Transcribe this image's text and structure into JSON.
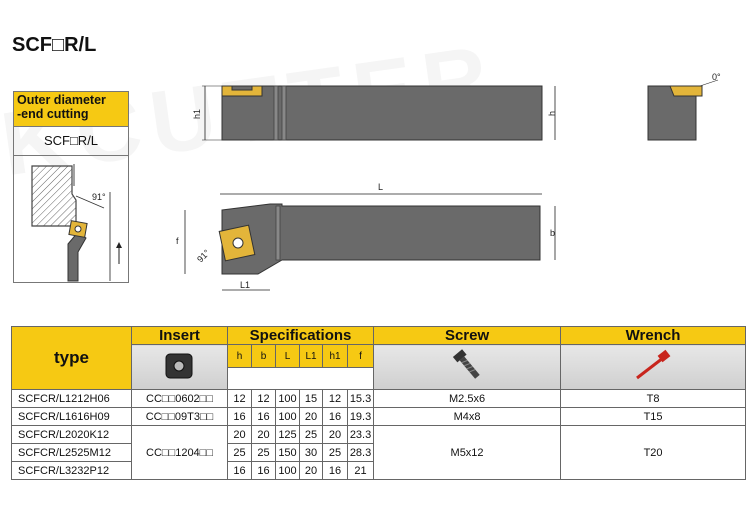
{
  "title": "SCF□R/L",
  "watermark": "KCUTTER",
  "side_panel": {
    "heading": "Outer diameter\n-end cutting",
    "model": "SCF□R/L",
    "angle": "91°"
  },
  "drawing_labels": {
    "h1": "h1",
    "h": "h",
    "zero_deg": "0°",
    "L": "L",
    "f": "f",
    "b": "b",
    "angle": "91°",
    "L1": "L1"
  },
  "table": {
    "headers": {
      "type": "type",
      "insert": "Insert",
      "specifications": "Specifications",
      "screw": "Screw",
      "wrench": "Wrench"
    },
    "spec_columns": [
      "h",
      "b",
      "L",
      "L1",
      "h1",
      "f"
    ],
    "rows": [
      {
        "type": "SCFCR/L1212H06",
        "insert": "CC□□0602□□",
        "h": "12",
        "b": "12",
        "L": "100",
        "L1": "15",
        "h1": "12",
        "f": "15.3",
        "screw": "M2.5x6",
        "wrench": "T8"
      },
      {
        "type": "SCFCR/L1616H09",
        "insert": "CC□□09T3□□",
        "h": "16",
        "b": "16",
        "L": "100",
        "L1": "20",
        "h1": "16",
        "f": "19.3",
        "screw": "M4x8",
        "wrench": "T15"
      },
      {
        "type": "SCFCR/L2020K12",
        "h": "20",
        "b": "20",
        "L": "125",
        "L1": "25",
        "h1": "20",
        "f": "23.3"
      },
      {
        "type": "SCFCR/L2525M12",
        "h": "25",
        "b": "25",
        "L": "150",
        "L1": "30",
        "h1": "25",
        "f": "28.3"
      },
      {
        "type": "SCFCR/L3232P12",
        "h": "16",
        "b": "16",
        "L": "100",
        "L1": "20",
        "h1": "16",
        "f": "21"
      }
    ],
    "group_insert": "CC□□1204□□",
    "group_screw": "M5x12",
    "group_wrench": "T20"
  },
  "colors": {
    "accent": "#f6c913",
    "tool_body": "#6a6a6a",
    "insert": "#e3b53a"
  }
}
